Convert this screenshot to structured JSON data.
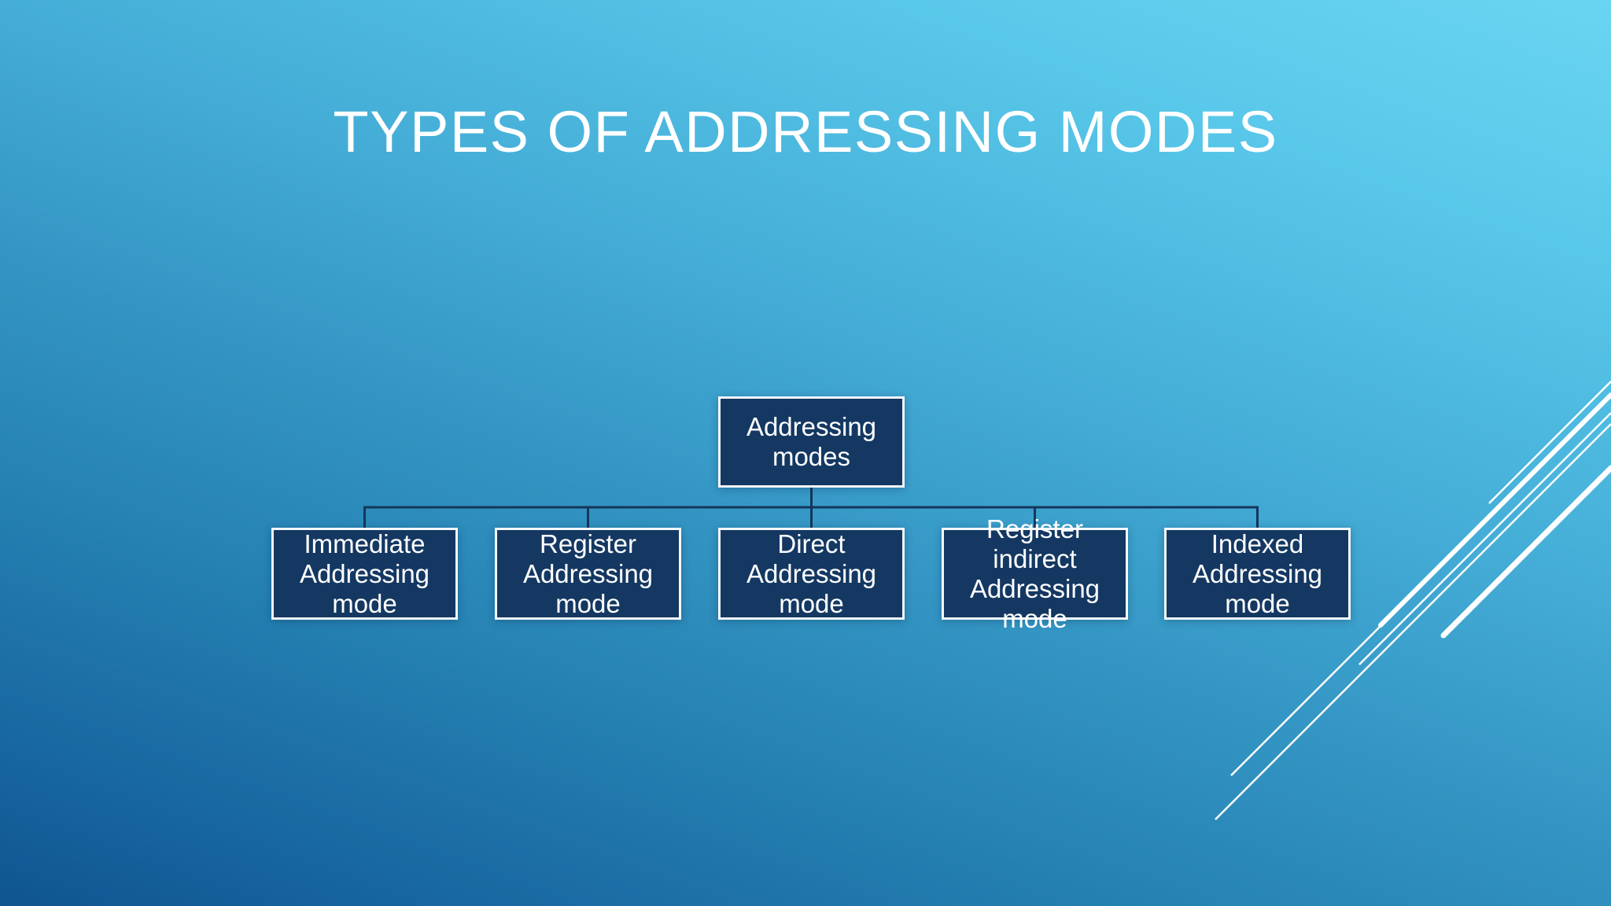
{
  "slide": {
    "title": "TYPES OF ADDRESSING MODES",
    "diagram": {
      "type": "hierarchy",
      "root": {
        "label": "Addressing\nmodes"
      },
      "children": [
        {
          "label": "Immediate\nAddressing\nmode"
        },
        {
          "label": "Register\nAddressing\nmode"
        },
        {
          "label": "Direct\nAddressing\nmode"
        },
        {
          "label": "Register indirect\nAddressing\nmode"
        },
        {
          "label": "Indexed\nAddressing\nmode"
        }
      ]
    },
    "colors": {
      "background_top": "#6ad5f2",
      "background_bottom": "#0f5590",
      "node_fill": "#143862",
      "node_border": "#f4f8fb",
      "node_text": "#ffffff",
      "connector": "#14365c",
      "title_text": "#ffffff",
      "accent_lines": "#ffffff"
    }
  }
}
